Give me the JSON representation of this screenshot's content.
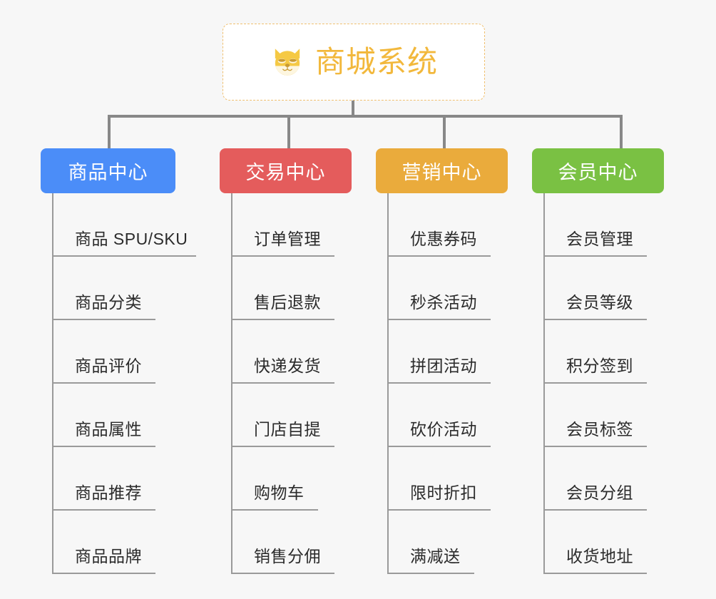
{
  "page": {
    "background_color": "#f7f7f7",
    "line_color": "#888888",
    "leaf_line_color": "#9a9a9a"
  },
  "root": {
    "title": "商城系统",
    "icon": "dog-face-icon",
    "border_color": "#f0c070",
    "text_color": "#f2b83c",
    "background": "#ffffff"
  },
  "columns": [
    {
      "title": "商品中心",
      "color": "#4b8df8",
      "leaves": [
        "商品 SPU/SKU",
        "商品分类",
        "商品评价",
        "商品属性",
        "商品推荐",
        "商品品牌"
      ]
    },
    {
      "title": "交易中心",
      "color": "#e45c5c",
      "leaves": [
        "订单管理",
        "售后退款",
        "快递发货",
        "门店自提",
        "购物车",
        "销售分佣"
      ]
    },
    {
      "title": "营销中心",
      "color": "#eaab3c",
      "leaves": [
        "优惠券码",
        "秒杀活动",
        "拼团活动",
        "砍价活动",
        "限时折扣",
        "满减送"
      ]
    },
    {
      "title": "会员中心",
      "color": "#7ac143",
      "leaves": [
        "会员管理",
        "会员等级",
        "积分签到",
        "会员标签",
        "会员分组",
        "收货地址"
      ]
    }
  ]
}
